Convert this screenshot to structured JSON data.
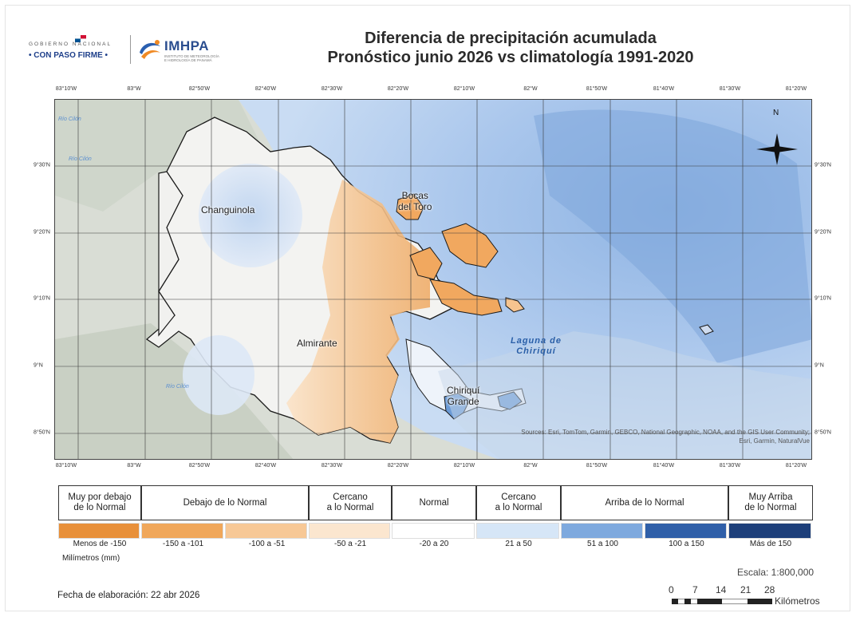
{
  "header": {
    "gov_top": "GOBIERNO NACIONAL",
    "gov_bottom": "• CON PASO FIRME •",
    "imhpa": "IMHPA",
    "imhpa_sub": "INSTITUTO DE METEOROLOGÍA E HIDROLOGÍA DE PANAMÁ",
    "title_line1": "Diferencia de precipitación acumulada",
    "title_line2": "Pronóstico junio 2026 vs climatología 1991-2020"
  },
  "map": {
    "lon_ticks": [
      "83°10'W",
      "83°W",
      "82°50'W",
      "82°40'W",
      "82°30'W",
      "82°20'W",
      "82°10'W",
      "82°W",
      "81°50'W",
      "81°40'W",
      "81°30'W",
      "81°20'W"
    ],
    "lat_ticks": [
      "9°30'N",
      "9°20'N",
      "9°10'N",
      "9°N",
      "8°50'N"
    ],
    "places": {
      "changuinola": "Changuinola",
      "bocas": "Bocas\ndel Toro",
      "almirante": "Almirante",
      "chiriqui_grande": "Chiriquí\nGrande"
    },
    "sea": "Laguna de\nChiriquí",
    "rivers": [
      "Río Cilón",
      "Río Cilón",
      "Río Cilón"
    ],
    "north": "N",
    "sources": "Sources: Esri, TomTom, Garmin, GEBCO, National Geographic, NOAA, and the GIS User Community;\nEsri, Garmin, NaturalVue"
  },
  "legend": {
    "headers": [
      "Muy por debajo\nde lo Normal",
      "Debajo de lo Normal",
      "Cercano\na lo Normal",
      "Normal",
      "Cercano\na lo Normal",
      "Arriba de lo Normal",
      "Muy Arriba\nde lo Normal"
    ],
    "labels": [
      "Menos de -150",
      "-150 a -101",
      "-100 a -51",
      "-50 a -21",
      "-20 a 20",
      "21 a 50",
      "51 a 100",
      "100 a 150",
      "Más de 150"
    ],
    "colors": [
      "#e8903a",
      "#f0a75a",
      "#f7c896",
      "#fbe6cf",
      "#ffffff",
      "#d6e6f7",
      "#7ea9de",
      "#2f5fa8",
      "#1d3f7a"
    ],
    "units": "Milímetros (mm)"
  },
  "footer": {
    "scale": "Escala: 1:800,000",
    "fecha": "Fecha de elaboración: 22 abr 2026",
    "scalebar_nums": [
      "0",
      "7",
      "14",
      "21",
      "28"
    ],
    "scalebar_unit": "Kilómetros"
  }
}
